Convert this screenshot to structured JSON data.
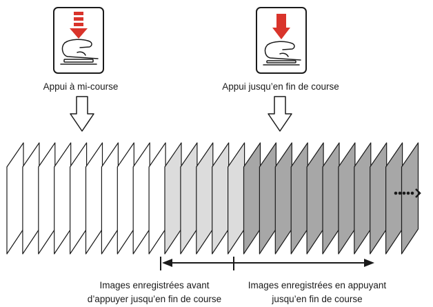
{
  "shutter_steps": [
    {
      "label": "Appui à mi-course",
      "press": "half"
    },
    {
      "label": "Appui jusqu’en fin de course",
      "press": "full"
    }
  ],
  "frames": {
    "groups": [
      {
        "name": "before-full-press",
        "count": 10,
        "fill": "#ffffff"
      },
      {
        "name": "pre-buffer",
        "count": 5,
        "fill": "#dcdcdc"
      },
      {
        "name": "after-full-press",
        "count": 11,
        "fill": "#a7a7a7"
      }
    ],
    "continues_indicator": "dots-arrow"
  },
  "range_labels": {
    "before": {
      "line1": "Images enregistrées avant",
      "line2": "d’appuyer jusqu’en fin de course"
    },
    "after": {
      "line1": "Images enregistrées en appuyant",
      "line2": "jusqu’en fin de course"
    }
  },
  "colors": {
    "arrow_red": "#d9342b",
    "outline": "#1a1a1a",
    "text": "#1a1a1a"
  }
}
